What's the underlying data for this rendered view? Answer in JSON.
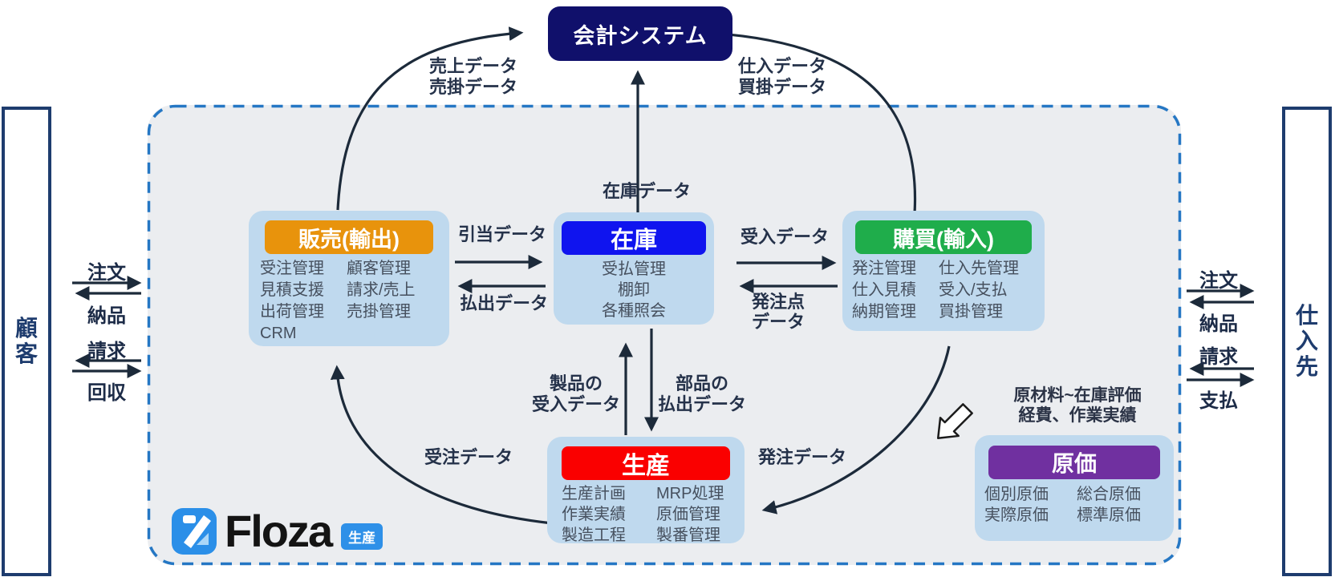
{
  "accounting": {
    "label": "会計システム",
    "color": "#10106b"
  },
  "brand": {
    "name": "Floza",
    "badge": "生産",
    "accent_color": "#2e90e8"
  },
  "external": {
    "customer": {
      "label": "顧客",
      "flows": [
        {
          "label": "注文",
          "direction": "to-system"
        },
        {
          "label": "納品",
          "direction": "to-customer"
        },
        {
          "label": "請求",
          "direction": "to-customer"
        },
        {
          "label": "回収",
          "direction": "to-system"
        }
      ]
    },
    "supplier": {
      "label": "仕入先",
      "flows": [
        {
          "label": "注文",
          "direction": "to-supplier"
        },
        {
          "label": "納品",
          "direction": "to-system"
        },
        {
          "label": "請求",
          "direction": "to-system"
        },
        {
          "label": "支払",
          "direction": "to-supplier"
        }
      ]
    }
  },
  "modules": {
    "sales": {
      "title": "販売(輸出)",
      "color": "#e8930c",
      "col1": [
        "受注管理",
        "見積支援",
        "出荷管理",
        "CRM"
      ],
      "col2": [
        "顧客管理",
        "請求/売上",
        "売掛管理"
      ]
    },
    "inventory": {
      "title": "在庫",
      "color": "#0f14ef",
      "items": [
        "受払管理",
        "棚卸",
        "各種照会"
      ]
    },
    "purchasing": {
      "title": "購買(輸入)",
      "color": "#1fad4b",
      "col1": [
        "発注管理",
        "仕入見積",
        "納期管理"
      ],
      "col2": [
        "仕入先管理",
        "受入/支払",
        "買掛管理"
      ]
    },
    "production": {
      "title": "生産",
      "color": "#fa0000",
      "col1": [
        "生産計画",
        "作業実績",
        "製造工程"
      ],
      "col2": [
        "MRP処理",
        "原価管理",
        "製番管理"
      ]
    },
    "cost": {
      "title": "原価",
      "color": "#7030a0",
      "col1": [
        "個別原価",
        "実際原価"
      ],
      "col2": [
        "総合原価",
        "標準原価"
      ]
    }
  },
  "flows": {
    "sales_to_accounting": [
      "売上データ",
      "売掛データ"
    ],
    "purchasing_to_accounting": [
      "仕入データ",
      "買掛データ"
    ],
    "inventory_to_accounting": "在庫データ",
    "sales_to_inventory": "引当データ",
    "inventory_to_sales": "払出データ",
    "inventory_to_purchasing": "受入データ",
    "purchasing_to_inventory": [
      "発注点",
      "データ"
    ],
    "production_to_inventory": [
      "製品の",
      "受入データ"
    ],
    "inventory_to_production": [
      "部品の",
      "払出データ"
    ],
    "production_to_sales": "受注データ",
    "purchasing_to_production": "発注データ",
    "cost_inputs": [
      "原材料~在庫評価",
      "経費、作業実績"
    ]
  }
}
